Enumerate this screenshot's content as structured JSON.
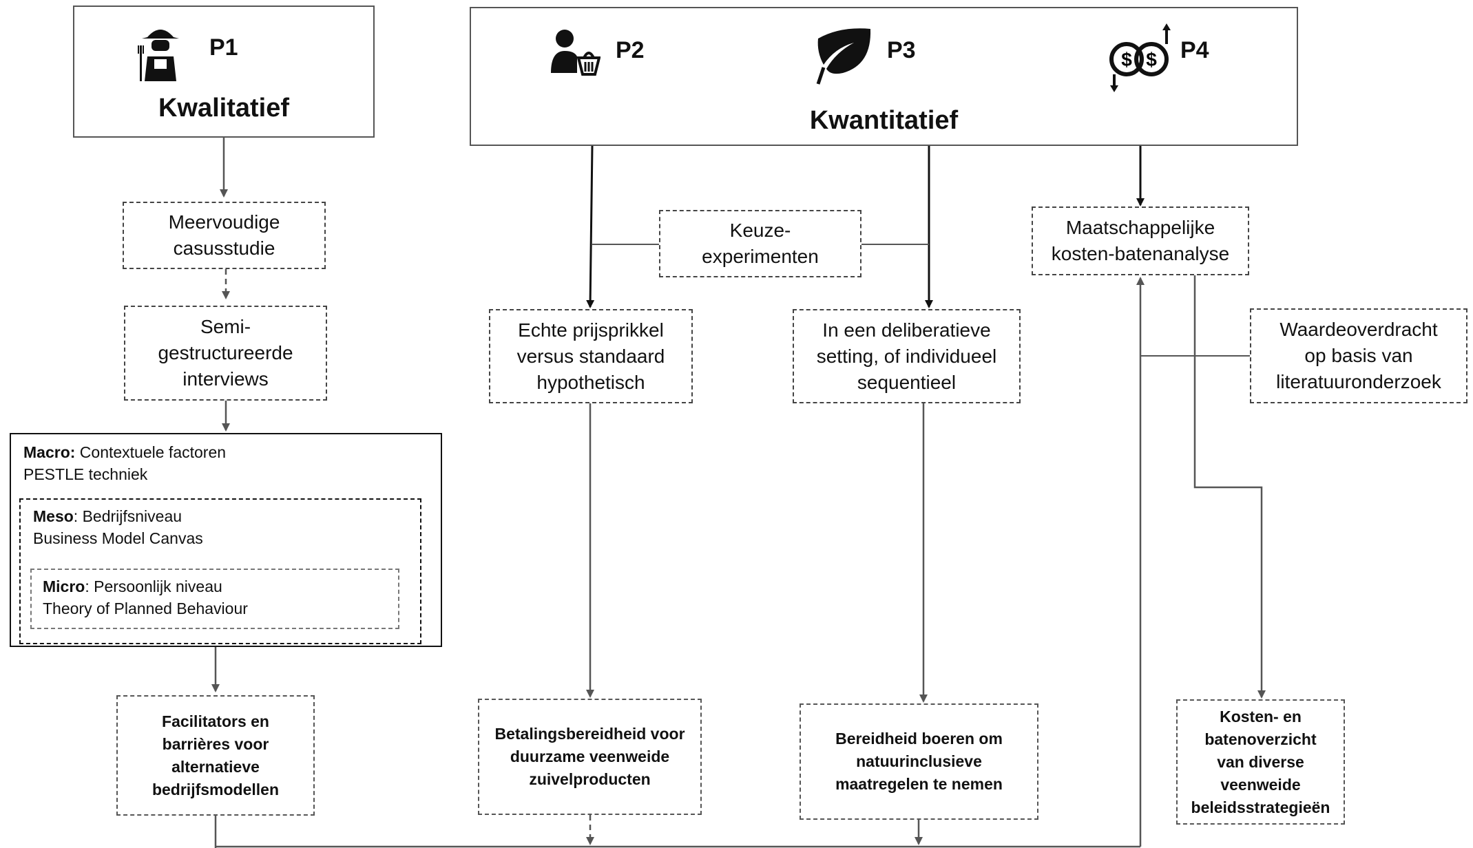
{
  "phases": {
    "p1": "P1",
    "p2": "P2",
    "p3": "P3",
    "p4": "P4"
  },
  "qualitative_title": "Kwalitatief",
  "quantitative_title": "Kwantitatief",
  "icons": {
    "p1": "farmer-icon",
    "p2": "consumer-basket-icon",
    "p3": "leaf-icon",
    "p4": "money-exchange-icon"
  },
  "qual": {
    "case_study": [
      "Meervoudige",
      "casusstudie"
    ],
    "interviews": [
      "Semi-",
      "gestructureerde",
      "interviews"
    ],
    "macro_label": "Macro:",
    "macro_text": " Contextuele factoren",
    "macro_tech": "PESTLE techniek",
    "meso_label": "Meso",
    "meso_text": ": Bedrijfsniveau",
    "meso_tech": "Business Model Canvas",
    "micro_label": "Micro",
    "micro_text": ": Persoonlijk niveau",
    "micro_tech": "Theory of Planned Behaviour",
    "result": [
      "Facilitators en",
      "barrières voor",
      "alternatieve",
      "bedrijfsmodellen"
    ]
  },
  "quant": {
    "choice_exp": [
      "Keuze-",
      "experimenten"
    ],
    "p2_method": [
      "Echte prijsprikkel",
      "versus standaard",
      "hypothetisch"
    ],
    "p3_method": [
      "In een deliberatieve",
      "setting, of individueel",
      "sequentieel"
    ],
    "p4_method": [
      "Maatschappelijke",
      "kosten-batenanalyse"
    ],
    "value_transfer": [
      "Waardeoverdracht",
      "op basis van",
      "literatuuronderzoek"
    ],
    "p2_result": [
      "Betalingsbereidheid voor",
      "duurzame veenweide",
      "zuivelproducten"
    ],
    "p3_result": [
      "Bereidheid boeren om",
      "natuurinclusieve",
      "maatregelen te nemen"
    ],
    "p4_result": [
      "Kosten- en",
      "batenoverzicht",
      "van diverse",
      "veenweide",
      "beleidsstrategieën"
    ]
  },
  "colors": {
    "line": "#555555",
    "border": "#444444"
  }
}
